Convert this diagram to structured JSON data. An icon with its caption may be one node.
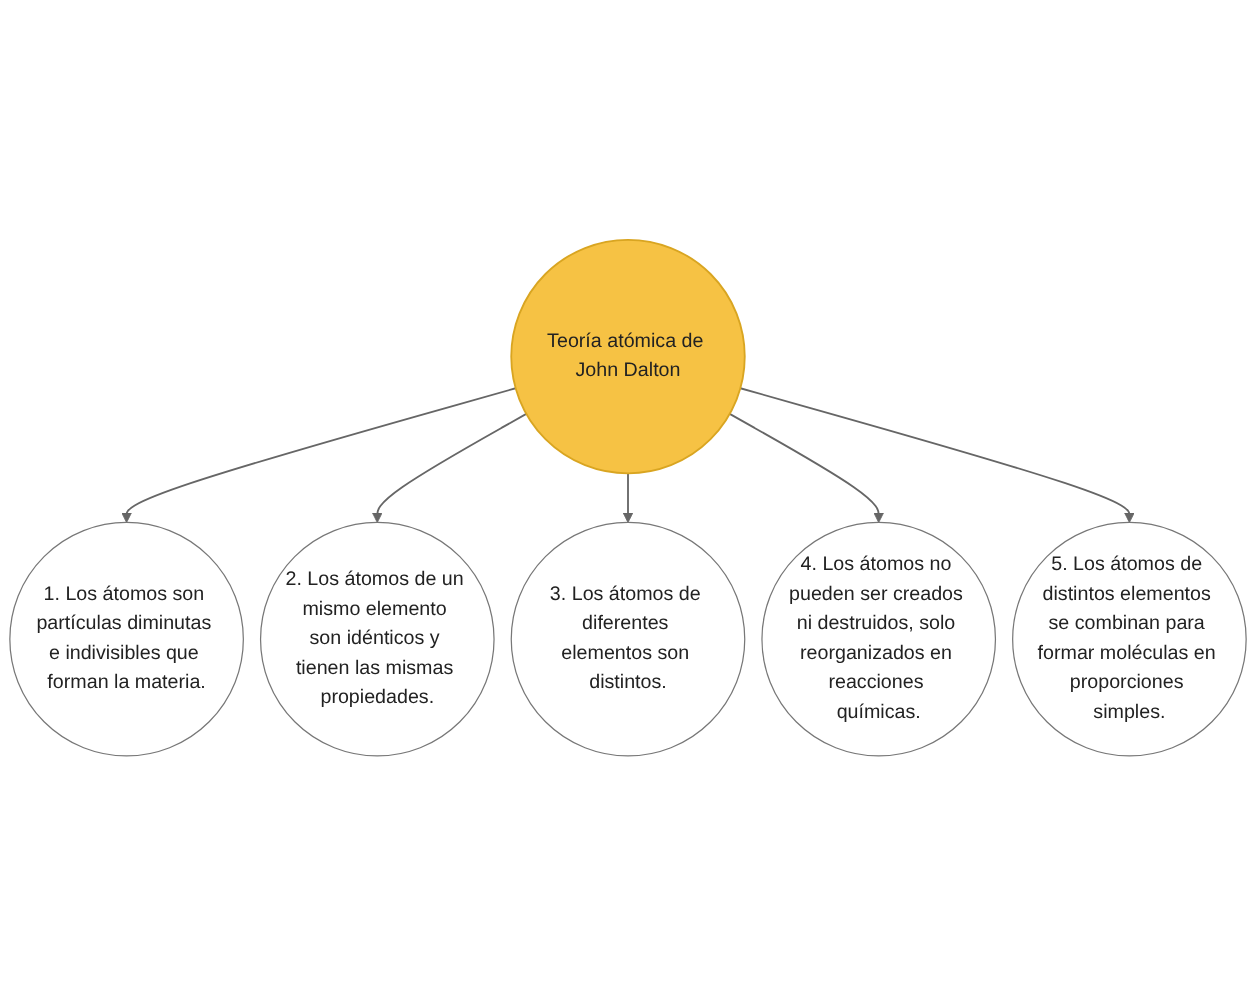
{
  "diagram": {
    "nodes": [
      {
        "text": [
          "Teoría atómica de John Dalton"
        ]
      },
      {
        "text": [
          "1. Los átomos son partículas diminutas e indivisibles que forman la materia."
        ]
      },
      {
        "text": [
          "2. Los átomos de un mismo elemento son idénticos y tienen las mismas propiedades."
        ]
      },
      {
        "text": [
          "3. Los átomos de diferentes elementos son distintos."
        ]
      },
      {
        "text": [
          "4. Los átomos no pueden ser creados ni destruidos, solo reorganizados en reacciones químicas."
        ]
      },
      {
        "text": [
          "5. Los átomos de distintos elementos se combinan para formar moléculas en proporciones simples."
        ]
      }
    ],
    "edges": [
      {
        "from": 0,
        "to": 1,
        "arrow": "to"
      },
      {
        "from": 0,
        "to": 2,
        "arrow": "to"
      },
      {
        "from": 0,
        "to": 3,
        "arrow": "to"
      },
      {
        "from": 0,
        "to": 4,
        "arrow": "to"
      },
      {
        "from": 0,
        "to": 5,
        "arrow": "to"
      }
    ]
  }
}
